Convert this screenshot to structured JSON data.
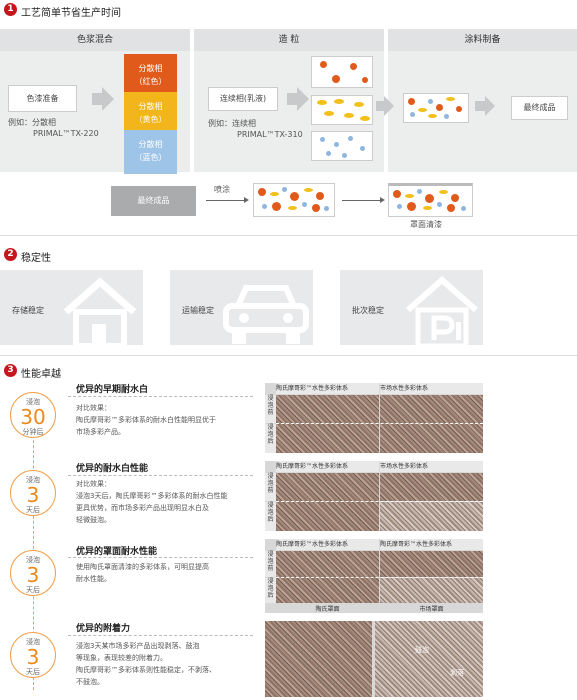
{
  "sections": {
    "s1": {
      "num": "1",
      "title": "工艺简单节省生产时间"
    },
    "s2": {
      "num": "2",
      "title": "稳定性"
    },
    "s3": {
      "num": "3",
      "title": "性能卓越"
    }
  },
  "process": {
    "color_mix": {
      "header": "色浆混合",
      "prep_label": "色漆准备",
      "example": "例如：分散相",
      "product": "PRIMAL™TX-220",
      "boxes": [
        {
          "line1": "分散相",
          "line2": "（红色）",
          "color": "#e05a1b"
        },
        {
          "line1": "分散相",
          "line2": "（黄色）",
          "color": "#f2b61c"
        },
        {
          "line1": "分散相",
          "line2": "（蓝色）",
          "color": "#9ec4e8"
        }
      ]
    },
    "granulation": {
      "header": "造  粒",
      "cont_label": "连续相(乳液)",
      "example": "例如：连续相",
      "product": "PRIMAL™TX-310"
    },
    "coating": {
      "header": "涂料制备",
      "final_label": "最终成品"
    },
    "application": {
      "final_label": "最终成品",
      "spray_label": "喷涂",
      "topcoat_label": "罩面清漆"
    }
  },
  "stability": [
    {
      "label": "存储稳定",
      "icon": "house-icon"
    },
    {
      "label": "运输稳定",
      "icon": "car-icon"
    },
    {
      "label": "批次稳定",
      "icon": "parking-icon"
    }
  ],
  "performance": [
    {
      "ring_top": "浸泡",
      "ring_num": "30",
      "ring_bottom": "分钟后",
      "title": "优异的早期耐水白",
      "lines": [
        "对比效果：",
        "陶氏摩哥彩™多彩体系的耐水白性能明显优于",
        "市场多彩产品。"
      ]
    },
    {
      "ring_top": "浸泡",
      "ring_num": "3",
      "ring_bottom": "天后",
      "title": "优异的耐水白性能",
      "lines": [
        "对比效果：",
        "浸泡3天后，陶氏摩哥彩™多彩体系的耐水白性能",
        "更具优势，而市场多彩产品出现明显水白及",
        "轻微鼓泡。"
      ]
    },
    {
      "ring_top": "浸泡",
      "ring_num": "3",
      "ring_bottom": "天后",
      "title": "优异的罩面耐水性能",
      "lines": [
        "使用陶氏罩面清漆的多彩体系，可明显提高",
        "耐水性能。"
      ]
    },
    {
      "ring_top": "浸泡",
      "ring_num": "3",
      "ring_bottom": "天后",
      "title": "优异的附着力",
      "lines": [
        "浸泡3天某市场多彩产品出现剥落、鼓泡",
        "等现象，表现较差的附着力。",
        "陶氏摩哥彩™多彩体系则性能稳定，不剥落、",
        "不鼓泡。"
      ]
    }
  ],
  "photos": {
    "col_left": "陶氏摩哥彩™水性多彩体系",
    "col_right": "市场水性多彩体系",
    "col_left_3": "陶氏摩哥彩™水性多彩体系",
    "col_right_3": "陶氏摩哥彩™水性多彩体系",
    "side_before": "浸泡前",
    "side_after": "浸泡后",
    "bottom_left": "陶氏罩面",
    "bottom_right": "市场罩面",
    "tag_bubble": "鼓泡",
    "tag_peel": "剥落"
  },
  "colors": {
    "accent_red": "#c4161c",
    "accent_orange": "#e98a1a",
    "dot_red": "#e05a1b",
    "dot_yellow": "#f2c01c",
    "dot_blue": "#9ec4e8"
  }
}
